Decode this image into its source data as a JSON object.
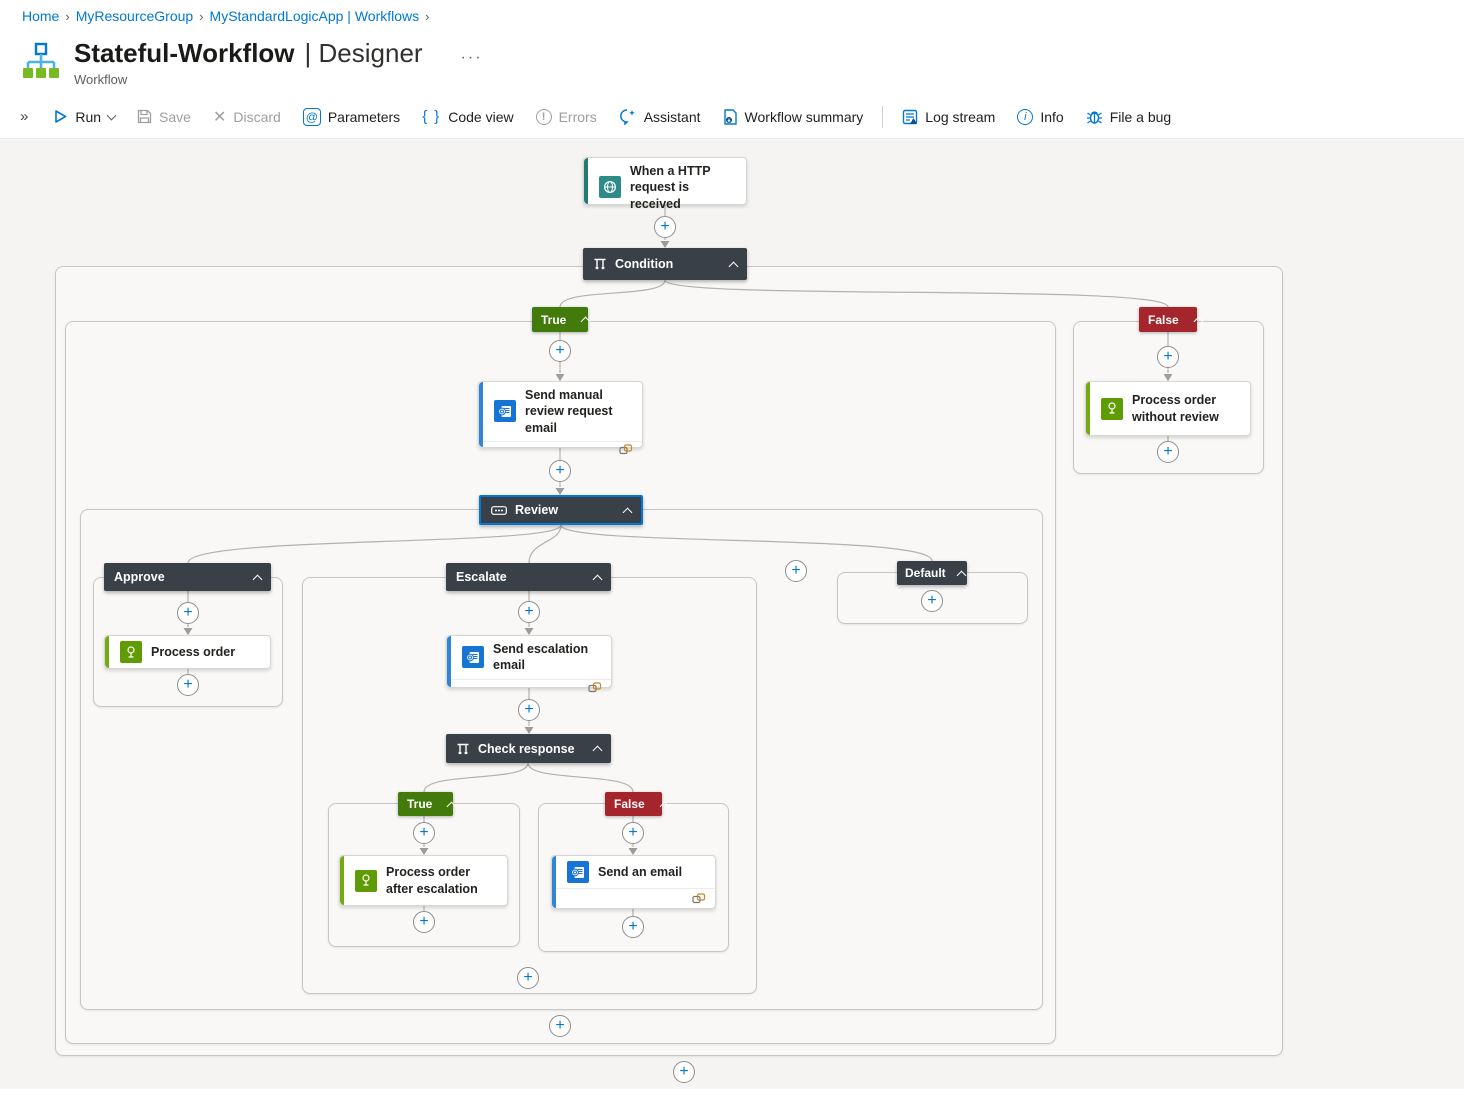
{
  "breadcrumb": {
    "items": [
      "Home",
      "MyResourceGroup",
      "MyStandardLogicApp | Workflows"
    ]
  },
  "header": {
    "title": "Stateful-Workflow",
    "mode": "| Designer",
    "subtitle": "Workflow",
    "more": "···"
  },
  "toolbar": {
    "collapse": "»",
    "run": "Run",
    "save": "Save",
    "discard": "Discard",
    "parameters": "Parameters",
    "code_view": "Code view",
    "errors": "Errors",
    "assistant": "Assistant",
    "workflow_summary": "Workflow summary",
    "log_stream": "Log stream",
    "info": "Info",
    "file_a_bug": "File a bug"
  },
  "workflow": {
    "trigger": "When a HTTP request is received",
    "condition": "Condition",
    "branch_true": "True",
    "branch_false": "False",
    "send_manual_review": "Send manual review request email",
    "review_switch": "Review",
    "case_approve": "Approve",
    "process_order": "Process order",
    "case_escalate": "Escalate",
    "send_escalation_email": "Send escalation email",
    "check_response": "Check response",
    "check_true": "True",
    "check_false": "False",
    "process_order_after_escalation": "Process order after escalation",
    "send_an_email": "Send an email",
    "case_default": "Default",
    "process_order_without_review": "Process order without review"
  },
  "colors": {
    "accent_blue": "#0078d4",
    "header_dark": "#3a4047",
    "true_green": "#427a0b",
    "false_red": "#a4262c",
    "trigger_teal": "#2e8b8a",
    "trigger_accent": "#1f7a78",
    "outlook_blue": "#1674d4",
    "email_accent": "#2f86d6",
    "action_green": "#5f9b03",
    "action_accent": "#73aa10"
  }
}
